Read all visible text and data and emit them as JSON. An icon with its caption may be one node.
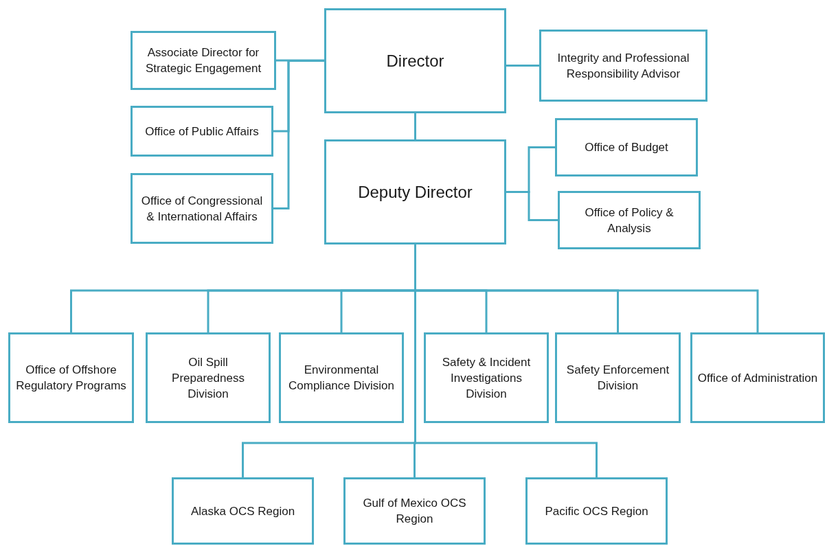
{
  "diagram": {
    "nodes": [
      {
        "text": [
          "Director"
        ]
      },
      {
        "text": [
          "Associate Director for Strategic Engagement"
        ]
      },
      {
        "text": [
          "Integrity and Professional Responsibility Advisor"
        ]
      },
      {
        "text": [
          "Office of Public Affairs"
        ]
      },
      {
        "text": [
          "Office of Congressional & International Affairs"
        ]
      },
      {
        "text": [
          "Deputy Director"
        ]
      },
      {
        "text": [
          "Office of Budget"
        ]
      },
      {
        "text": [
          "Office of Policy & Analysis"
        ]
      },
      {
        "text": [
          "Office of Offshore Regulatory Programs"
        ]
      },
      {
        "text": [
          "Oil Spill Preparedness Division"
        ]
      },
      {
        "text": [
          "Environmental Compliance Division"
        ]
      },
      {
        "text": [
          "Safety & Incident Investigations Division"
        ]
      },
      {
        "text": [
          "Safety Enforcement Division"
        ]
      },
      {
        "text": [
          "Office of Administration"
        ]
      },
      {
        "text": [
          "Alaska OCS Region"
        ]
      },
      {
        "text": [
          "Gulf of Mexico OCS Region"
        ]
      },
      {
        "text": [
          "Pacific OCS Region"
        ]
      }
    ],
    "edges": [
      {
        "from": 0,
        "to": 1,
        "arrow": "none"
      },
      {
        "from": 0,
        "to": 2,
        "arrow": "none"
      },
      {
        "from": 0,
        "to": 3,
        "arrow": "none"
      },
      {
        "from": 0,
        "to": 4,
        "arrow": "none"
      },
      {
        "from": 0,
        "to": 5,
        "arrow": "none"
      },
      {
        "from": 5,
        "to": 6,
        "arrow": "none"
      },
      {
        "from": 5,
        "to": 7,
        "arrow": "none"
      },
      {
        "from": 5,
        "to": 8,
        "arrow": "none"
      },
      {
        "from": 5,
        "to": 9,
        "arrow": "none"
      },
      {
        "from": 5,
        "to": 10,
        "arrow": "none"
      },
      {
        "from": 5,
        "to": 11,
        "arrow": "none"
      },
      {
        "from": 5,
        "to": 12,
        "arrow": "none"
      },
      {
        "from": 5,
        "to": 13,
        "arrow": "none"
      },
      {
        "from": 5,
        "to": 14,
        "arrow": "none"
      },
      {
        "from": 5,
        "to": 15,
        "arrow": "none"
      },
      {
        "from": 5,
        "to": 16,
        "arrow": "none"
      }
    ]
  }
}
